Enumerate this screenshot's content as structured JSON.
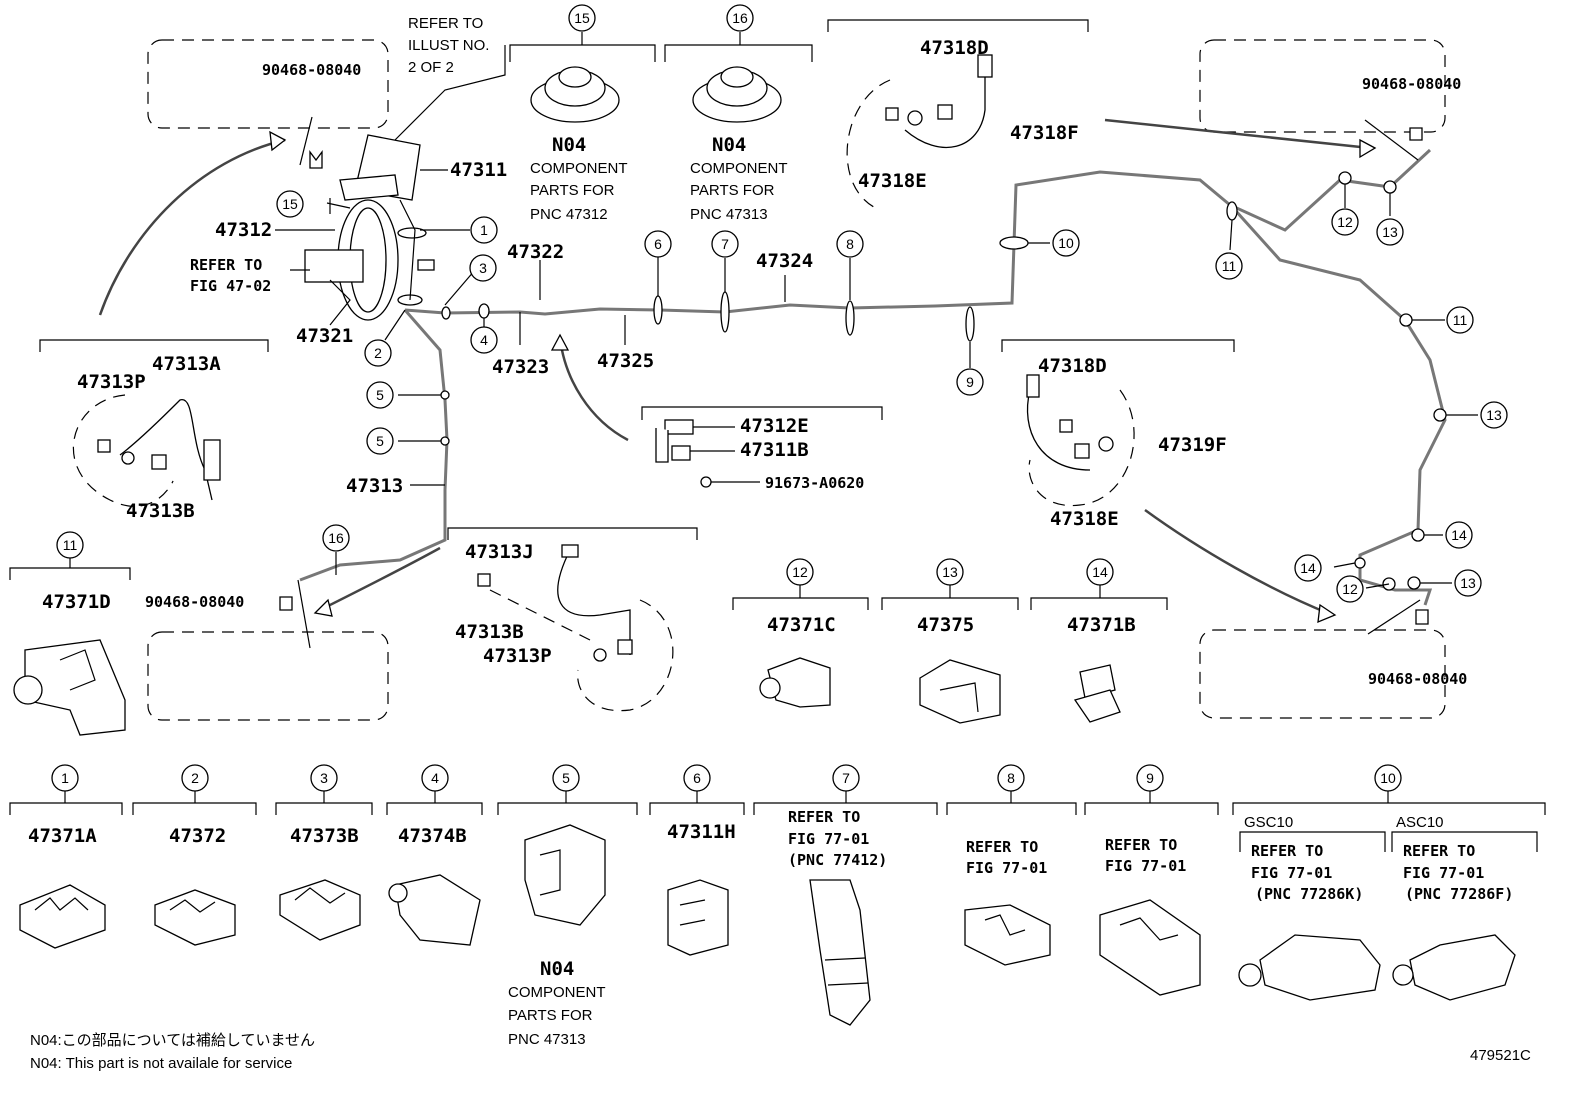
{
  "ref_notes": {
    "illust": "REFER TO ILLUST NO. 2 OF 2",
    "fig_47_02": "REFER TO FIG 47-02",
    "fig_77_01": "REFER TO FIG 77-01",
    "pnc_77412": "(PNC 77412)",
    "pnc_77286k": "(PNC 77286K)",
    "pnc_77286f": "(PNC 77286F)"
  },
  "n04": {
    "code": "N04",
    "component": "COMPONENT",
    "parts_for": "PARTS FOR",
    "pnc_47312": "PNC 47312",
    "pnc_47313": "PNC 47313"
  },
  "labels": {
    "p47311": "47311",
    "p47312": "47312",
    "p47321": "47321",
    "p47322": "47322",
    "p47323": "47323",
    "p47324": "47324",
    "p47325": "47325",
    "p47313": "47313",
    "p47313A": "47313A",
    "p47313P": "47313P",
    "p47313B": "47313B",
    "p47313J": "47313J",
    "p47318D": "47318D",
    "p47318F": "47318F",
    "p47318E": "47318E",
    "p47319F": "47319F",
    "p47312E": "47312E",
    "p47311B": "47311B",
    "p91673": "91673-A0620",
    "p90468": "90468-08040",
    "p47371D": "47371D",
    "p47371C": "47371C",
    "p47375": "47375",
    "p47371B": "47371B",
    "p47371A": "47371A",
    "p47372": "47372",
    "p47373B": "47373B",
    "p47374B": "47374B",
    "p47311H": "47311H",
    "gsc10": "GSC10",
    "asc10": "ASC10"
  },
  "callouts": [
    "1",
    "2",
    "3",
    "4",
    "5",
    "6",
    "7",
    "8",
    "9",
    "10",
    "11",
    "12",
    "13",
    "14",
    "15",
    "16"
  ],
  "footnote": {
    "jp": "N04:この部品については補給していません",
    "en": "N04: This part is not availale for service"
  },
  "figure_id": "479521C"
}
